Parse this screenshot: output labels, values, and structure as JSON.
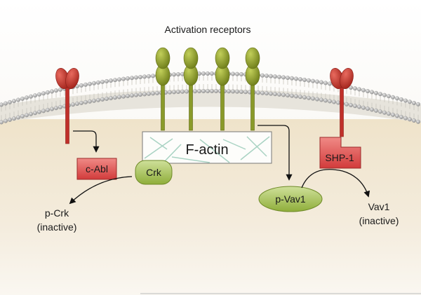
{
  "title": "Activation receptors",
  "labels": {
    "f_actin": "F-actin",
    "c_abl": "c-Abl",
    "crk": "Crk",
    "p_vav1": "p-Vav1",
    "shp1": "SHP-1",
    "p_crk": "p-Crk",
    "p_crk_state": "(inactive)",
    "vav1": "Vav1",
    "vav1_state": "(inactive)"
  },
  "colors": {
    "activation_receptor": "#8a9a2a",
    "inhibitory_receptor": "#c0302a",
    "c_abl_fill": "#e05858",
    "shp1_fill": "#d84848",
    "adaptor_fill": "#a8c060",
    "membrane": "#d8d8d8",
    "cytoplasm": "#f0e6d2"
  },
  "icons": [
    "activation-receptor-icon",
    "inhibitory-receptor-icon",
    "arrow-icon"
  ]
}
